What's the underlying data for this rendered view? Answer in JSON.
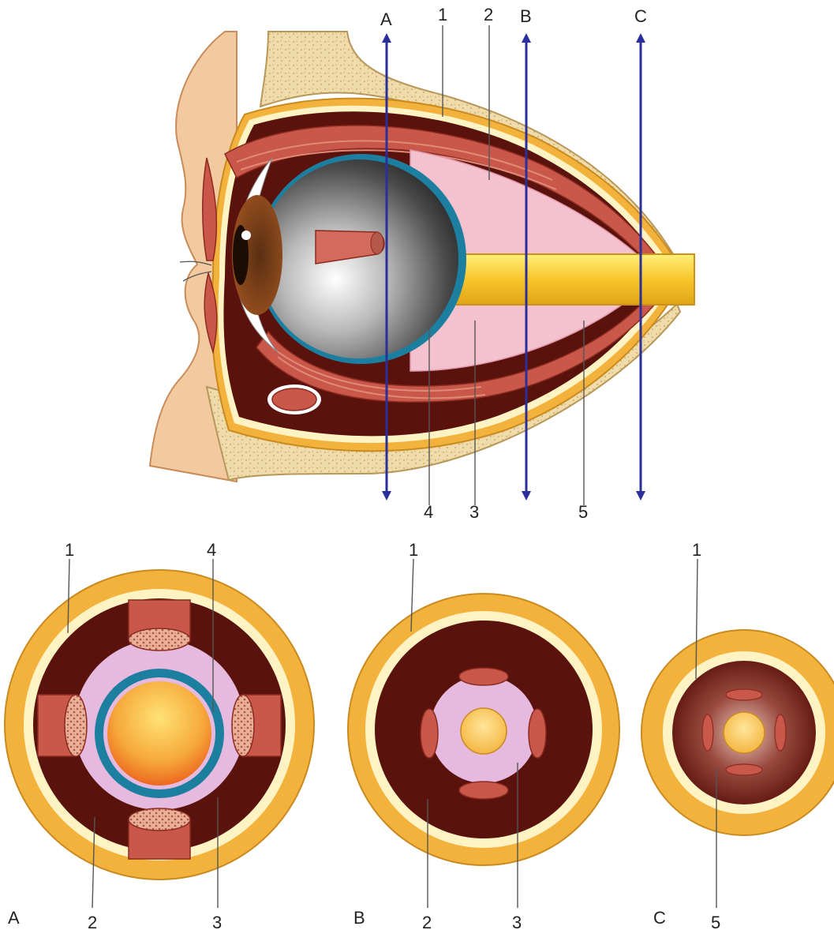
{
  "colors": {
    "fascia_outer": "#f3b23c",
    "fascia_inner": "#fff3c4",
    "fat": "#5a120c",
    "muscle": "#c9574a",
    "muscle_cone": "#e6b9df",
    "sclera_ring": "#1d7fa0",
    "optic_nerve": "#f7c52a",
    "bone": "#efdcaa",
    "skin": "#f3c9a0",
    "arrow": "#2b2f9a"
  },
  "sagittal": {
    "cut_labels": {
      "a": "A",
      "b": "B",
      "c": "C"
    },
    "labels": {
      "n1": "1",
      "n2": "2",
      "n3": "3",
      "n4": "4",
      "n5": "5"
    }
  },
  "section_a": {
    "letter": "A",
    "labels": {
      "n1": "1",
      "n2": "2",
      "n3": "3",
      "n4": "4"
    }
  },
  "section_b": {
    "letter": "B",
    "labels": {
      "n1": "1",
      "n2": "2",
      "n3": "3"
    }
  },
  "section_c": {
    "letter": "C",
    "labels": {
      "n1": "1",
      "n5": "5"
    }
  }
}
